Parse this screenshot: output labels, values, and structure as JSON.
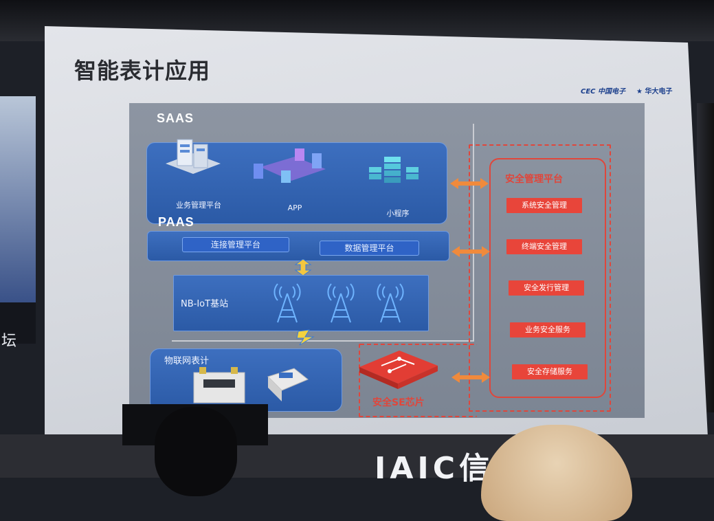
{
  "slide": {
    "title": "智能表计应用",
    "logo_left": "CEC 中国电子",
    "logo_right": "华大电子"
  },
  "diagram": {
    "saas": {
      "label": "SAAS",
      "items": [
        "业务管理平台",
        "APP",
        "小程序"
      ]
    },
    "paas": {
      "label": "PAAS",
      "items": [
        "连接管理平台",
        "数据管理平台"
      ]
    },
    "base_station": {
      "label": "NB-IoT基站"
    },
    "meters": {
      "label": "物联网表计"
    },
    "chip": {
      "label": "安全SE芯片"
    },
    "security_platform": {
      "title": "安全管理平台",
      "items": [
        "系统安全管理",
        "终端安全管理",
        "安全发行管理",
        "业务安全服务",
        "安全存储服务"
      ]
    }
  },
  "venue": {
    "banner": "IAIC信   峰论坛",
    "left_screen_char": "坛"
  },
  "colors": {
    "panel_blue": "#2b5aa6",
    "security_red": "#e0463b",
    "arrow_orange": "#f08a3c"
  }
}
